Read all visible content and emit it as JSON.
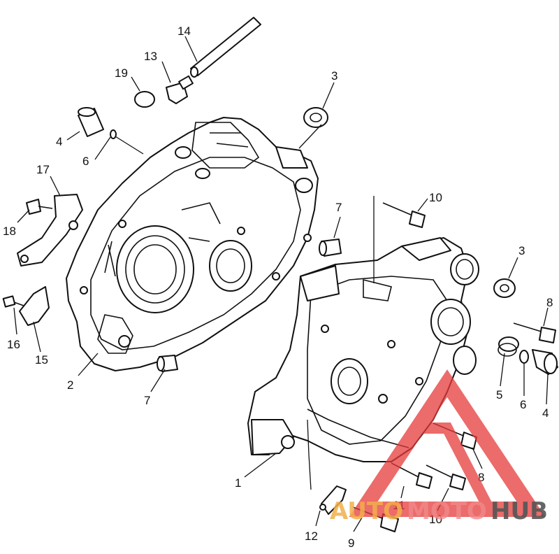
{
  "diagram": {
    "callouts": [
      {
        "id": "c14a",
        "text": "14"
      },
      {
        "id": "c13",
        "text": "13"
      },
      {
        "id": "c19",
        "text": "19"
      },
      {
        "id": "c3a",
        "text": "3"
      },
      {
        "id": "c4a",
        "text": "4"
      },
      {
        "id": "c6a",
        "text": "6"
      },
      {
        "id": "c17",
        "text": "17"
      },
      {
        "id": "c18",
        "text": "18"
      },
      {
        "id": "c16",
        "text": "16"
      },
      {
        "id": "c15",
        "text": "15"
      },
      {
        "id": "c2",
        "text": "2"
      },
      {
        "id": "c7a",
        "text": "7"
      },
      {
        "id": "c7b",
        "text": "7"
      },
      {
        "id": "c10a",
        "text": "10"
      },
      {
        "id": "c3b",
        "text": "3"
      },
      {
        "id": "c8a",
        "text": "8"
      },
      {
        "id": "c5",
        "text": "5"
      },
      {
        "id": "c6b",
        "text": "6"
      },
      {
        "id": "c4b",
        "text": "4"
      },
      {
        "id": "c1",
        "text": "1"
      },
      {
        "id": "c8b",
        "text": "8"
      },
      {
        "id": "c11",
        "text": "11"
      },
      {
        "id": "c10b",
        "text": "10"
      },
      {
        "id": "c12",
        "text": "12"
      },
      {
        "id": "c9",
        "text": "9"
      }
    ]
  },
  "watermark": {
    "part1": "AUTO",
    "part2": "MOTO",
    "part3": "HUB",
    "accent_color": "#e63a3a"
  }
}
